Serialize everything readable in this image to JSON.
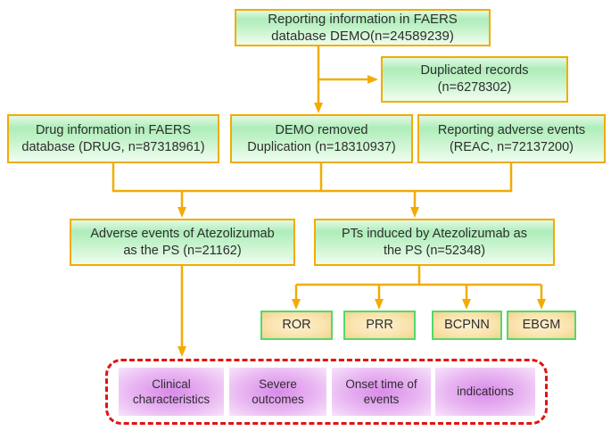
{
  "colors": {
    "connector_orange": "#F2AC00",
    "box_border_orange": "#F2AC00",
    "method_border_green": "#52D96A",
    "dashed_red": "#E21212",
    "text_dark": "#2E2E2E"
  },
  "boxes": {
    "reporting": {
      "line1": "Reporting  information in FAERS",
      "line2": "database DEMO(n=24589239)"
    },
    "duplicated": {
      "line1": "Duplicated records",
      "line2": "(n=6278302)"
    },
    "drug": {
      "line1": "Drug information in FAERS",
      "line2": "database (DRUG, n=87318961)"
    },
    "demo_removed": {
      "line1": "DEMO removed",
      "line2": "Duplication (n=18310937)"
    },
    "reac": {
      "line1": "Reporting adverse events",
      "line2": "(REAC, n=72137200)"
    },
    "adverse_events": {
      "line1": "Adverse events of Atezolizumab",
      "line2": "as the PS (n=21162)"
    },
    "pts": {
      "line1": "PTs induced by Atezolizumab as",
      "line2": "the PS (n=52348)"
    }
  },
  "methods": [
    "ROR",
    "PRR",
    "BCPNN",
    "EBGM"
  ],
  "analyses": [
    "Clinical characteristics",
    "Severe outcomes",
    "Onset time of events",
    "indications"
  ]
}
